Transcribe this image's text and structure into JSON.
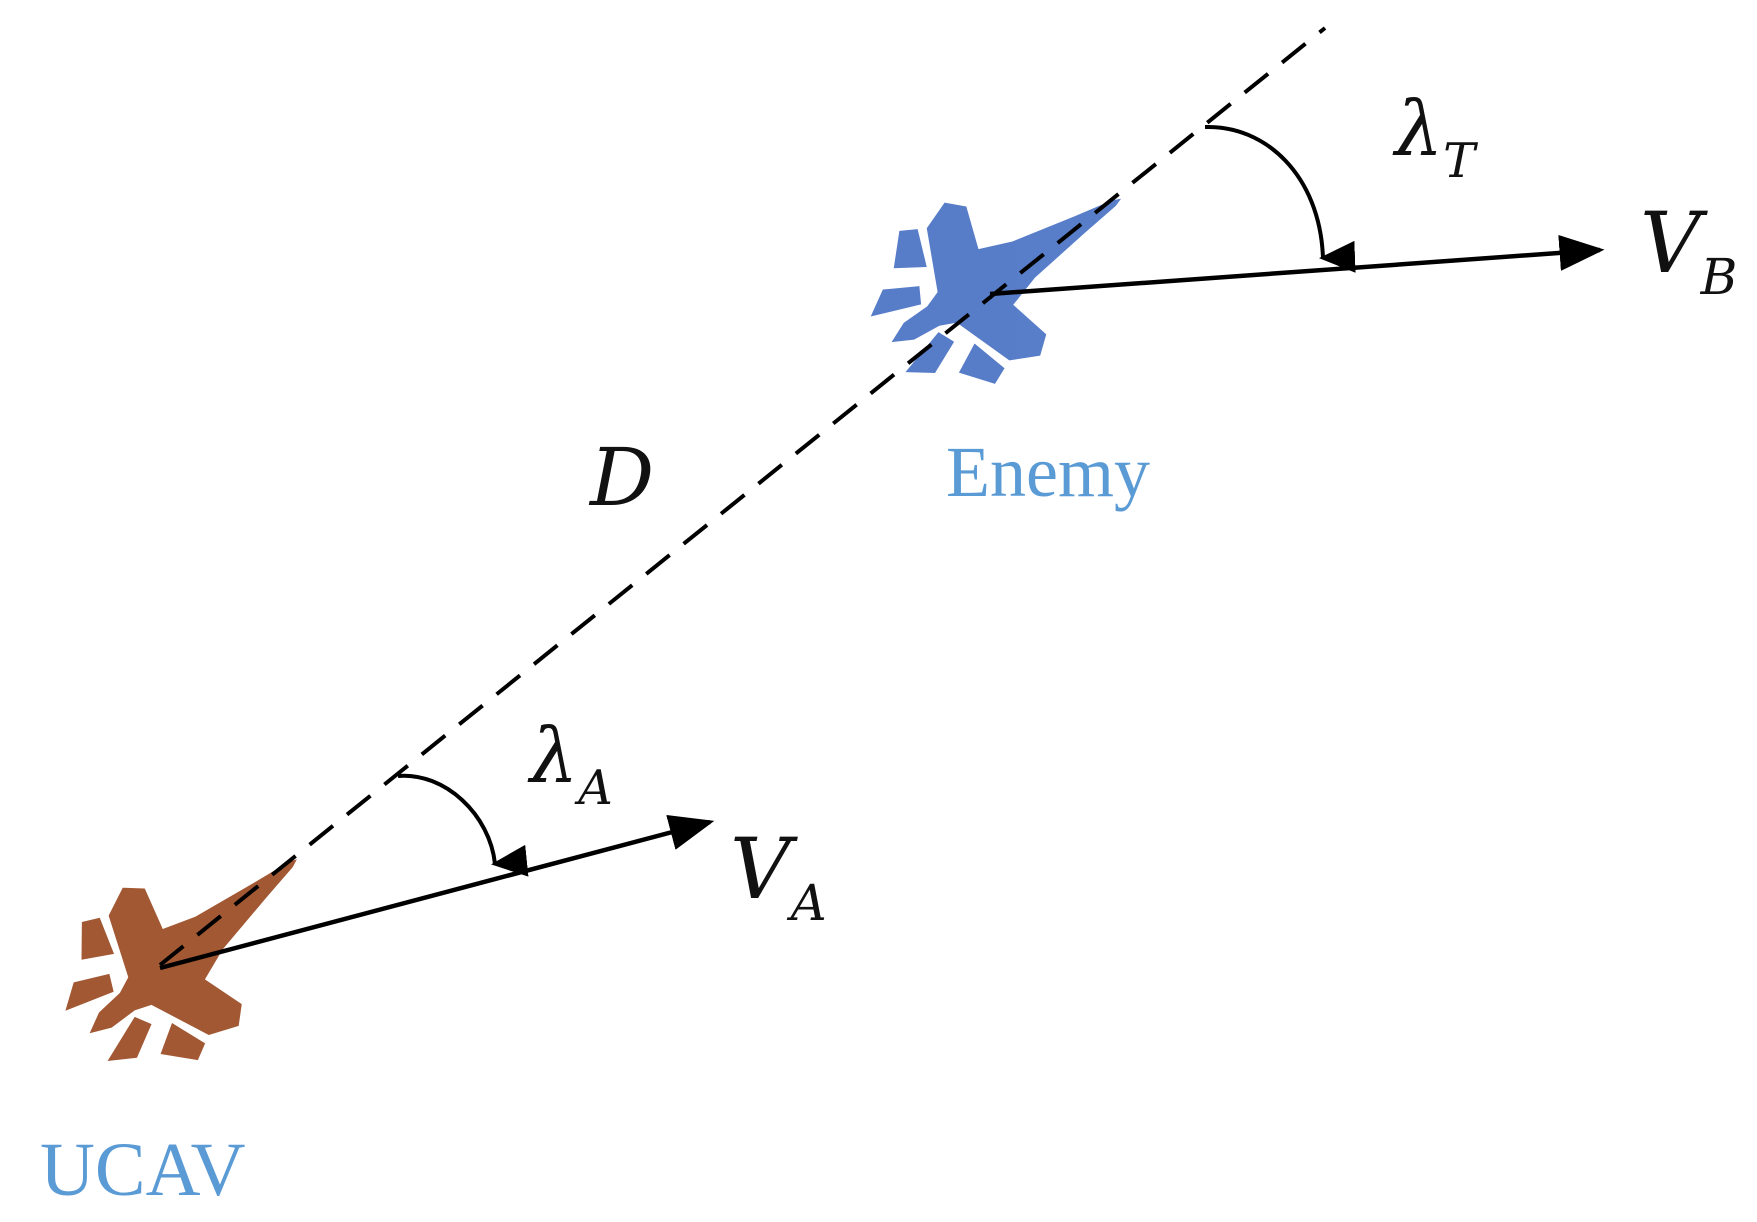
{
  "labels": {
    "enemy": "Enemy",
    "ucav": "UCAV",
    "distance": "D",
    "lambda_T_symbol": "λ",
    "lambda_T_sub": "T",
    "lambda_A_symbol": "λ",
    "lambda_A_sub": "A",
    "V_B_symbol": "V",
    "V_B_sub": "B",
    "V_A_symbol": "V",
    "V_A_sub": "A"
  },
  "colors": {
    "label_blue": "#5b9bd5",
    "enemy_aircraft": "#4a72c4",
    "ucav_aircraft": "#9a4a22",
    "lines": "#000000"
  },
  "icons": {
    "enemy": "fighter-jet-icon",
    "ucav": "fighter-jet-icon"
  }
}
